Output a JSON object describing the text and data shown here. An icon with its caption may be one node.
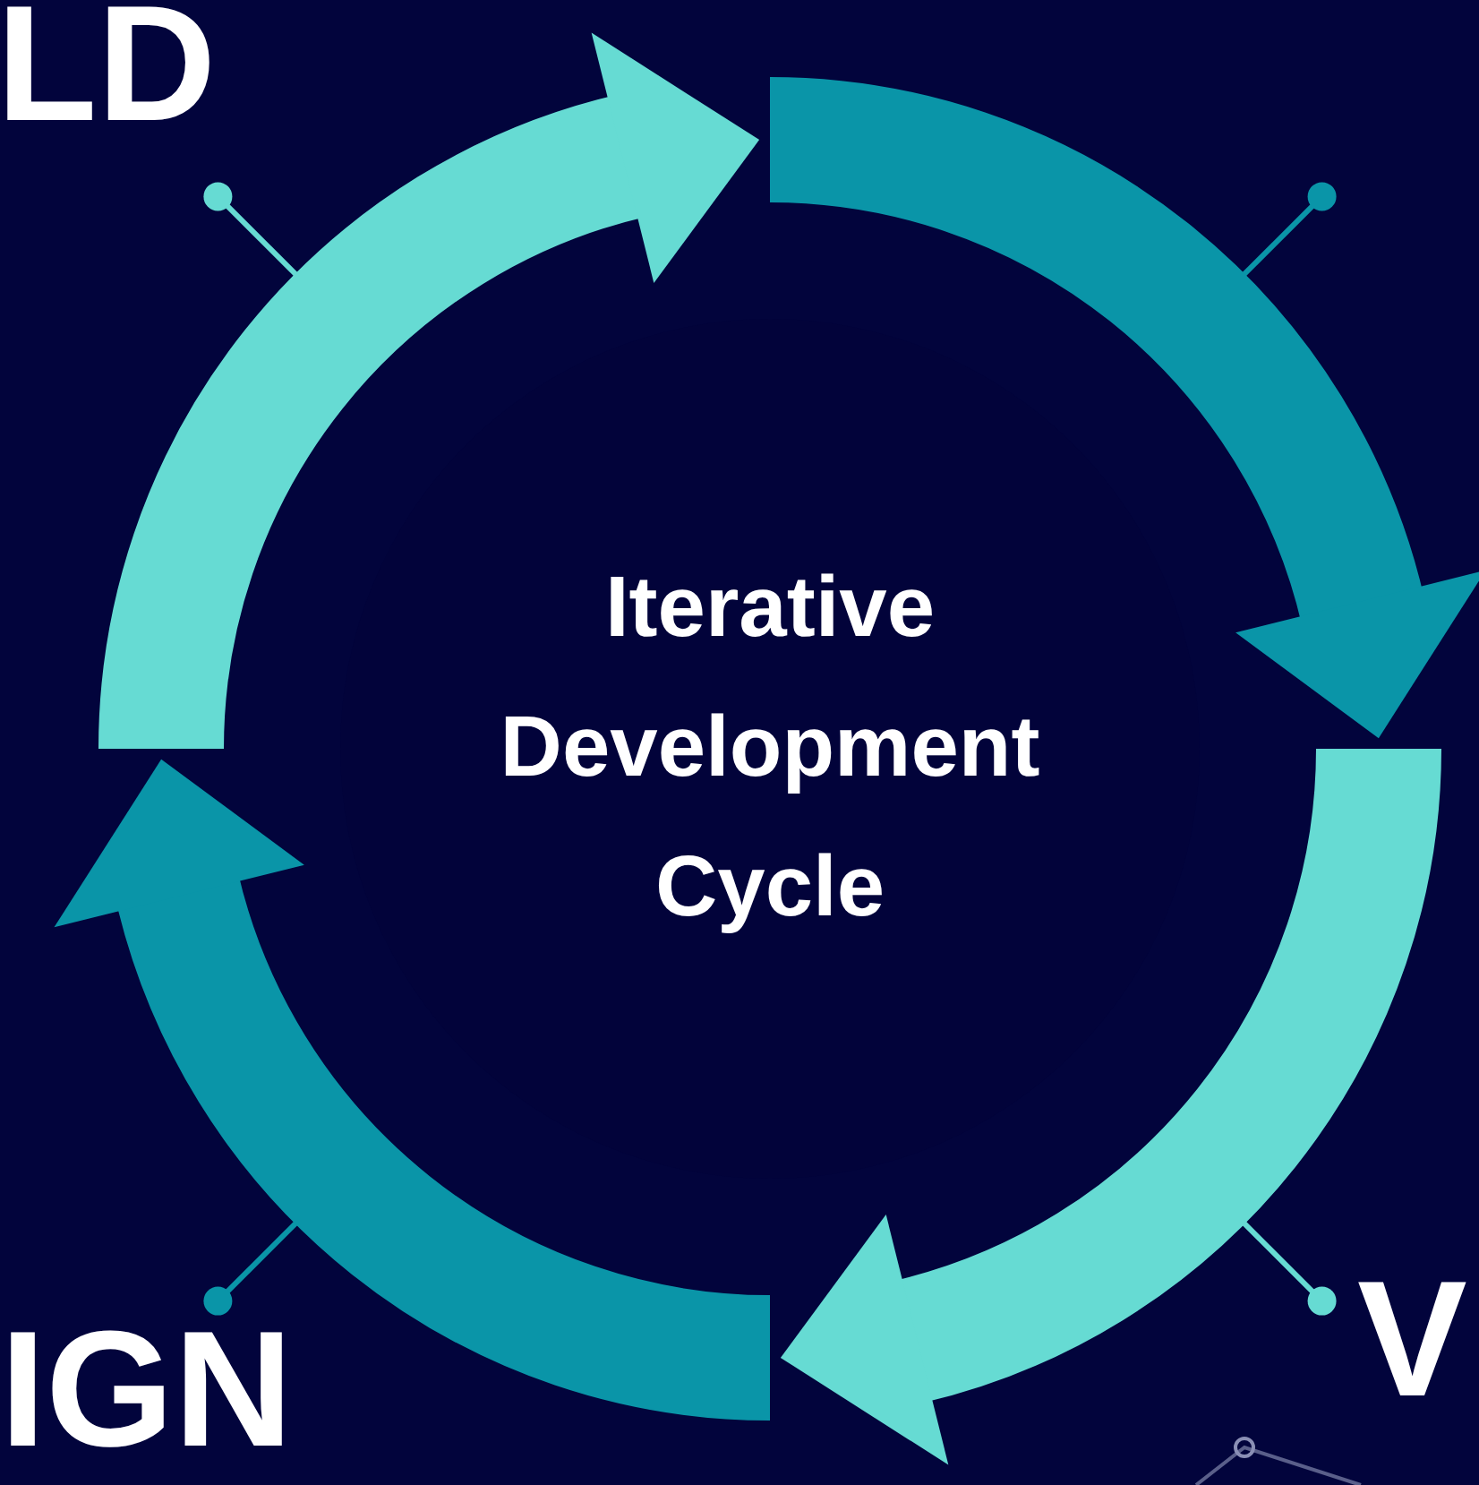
{
  "diagram": {
    "nodes": [
      {
        "text": [
          "Iterative Development Cycle"
        ]
      }
    ],
    "labels": [
      "LD",
      "V",
      "IGN"
    ]
  }
}
